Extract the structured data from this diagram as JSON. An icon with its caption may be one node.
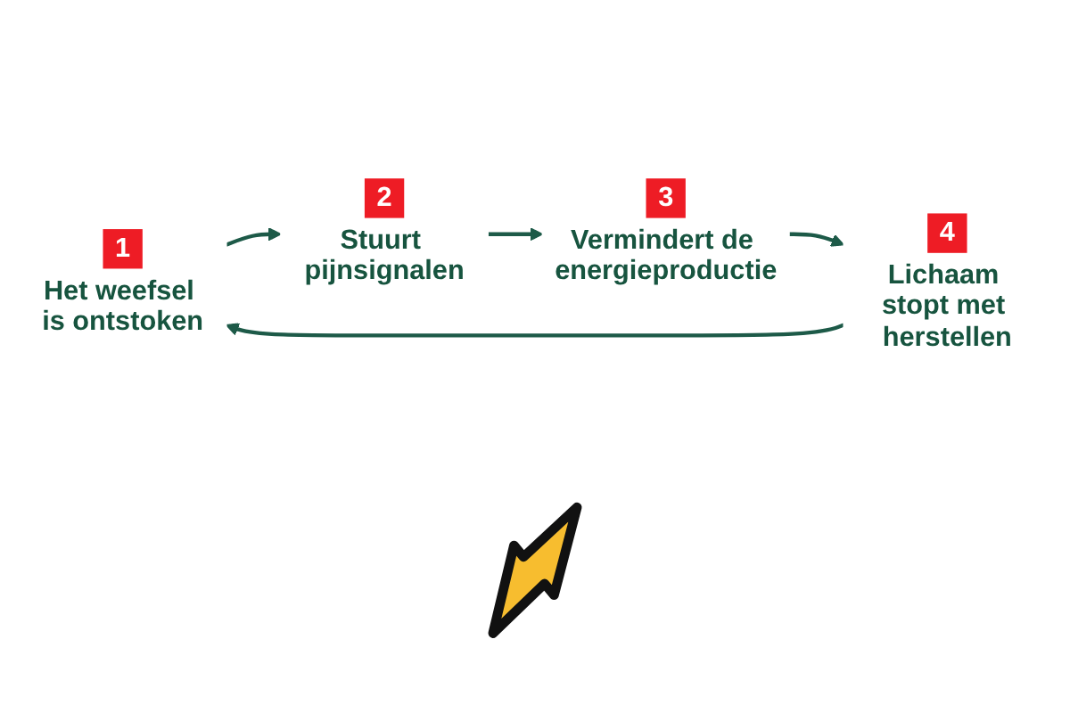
{
  "diagram": {
    "nodes": [
      {
        "text": [
          "1",
          "Het weefsel is ontstoken"
        ]
      },
      {
        "text": [
          "2",
          "Stuurt pijnsignalen"
        ]
      },
      {
        "text": [
          "3",
          "Vermindert de energieproductie"
        ]
      },
      {
        "text": [
          "4",
          "Lichaam stopt met herstellen"
        ]
      }
    ],
    "edges": [
      {
        "from": 0,
        "to": 1,
        "arrow": "to"
      },
      {
        "from": 1,
        "to": 2,
        "arrow": "to"
      },
      {
        "from": 2,
        "to": 3,
        "arrow": "to"
      },
      {
        "from": 3,
        "to": 0,
        "arrow": "to"
      }
    ]
  }
}
